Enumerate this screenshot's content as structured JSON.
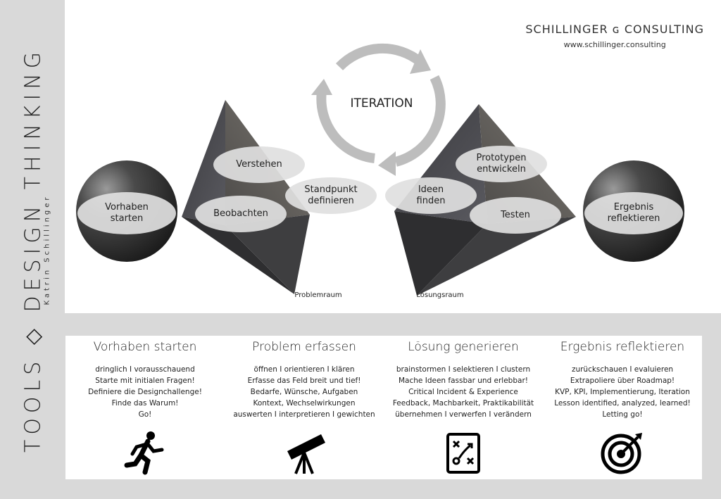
{
  "sidebar": {
    "title": "TOOLS ◇ DESIGN THINKING",
    "author": "Katrin Schillinger"
  },
  "brand": {
    "name": "SCHILLINGER ɢ CONSULTING",
    "url": "www.schillinger.consulting"
  },
  "diagram": {
    "iteration": "ITERATION",
    "start": "Vorhaben\nstarten",
    "problem": {
      "verstehen": "Verstehen",
      "beobachten": "Beobachten",
      "standpunkt": "Standpunkt\ndefinieren",
      "caption": "Problemraum"
    },
    "solution": {
      "ideen": "Ideen\nfinden",
      "prototypen": "Prototypen\nentwickeln",
      "testen": "Testen",
      "caption": "Lösungsraum"
    },
    "end": "Ergebnis\nreflektieren"
  },
  "columns": [
    {
      "title": "Vorhaben starten",
      "lines": [
        "dringlich I vorausschauend",
        "Starte mit initialen Fragen!",
        "Definiere die Designchallenge!",
        "Finde das Warum!",
        "Go!"
      ],
      "icon": "running-person-icon"
    },
    {
      "title": "Problem erfassen",
      "lines": [
        "öffnen I orientieren I klären",
        "Erfasse das Feld breit und tief!",
        "Bedarfe, Wünsche, Aufgaben",
        "Kontext, Wechselwirkungen",
        "auswerten  I interpretieren I gewichten"
      ],
      "icon": "telescope-icon"
    },
    {
      "title": "Lösung generieren",
      "lines": [
        "brainstormen I selektieren  I clustern",
        "Mache Ideen fassbar  und erlebbar!",
        "Critical Incident & Experience",
        "Feedback, Machbarkeit, Praktikabilität",
        "übernehmen I verwerfen I verändern"
      ],
      "icon": "strategy-board-icon"
    },
    {
      "title": "Ergebnis reflektieren",
      "lines": [
        "zurückschauen I evaluieren",
        "Extrapoliere über Roadmap!",
        "KVP, KPI, Implementierung, Iteration",
        "Lesson identified, analyzed, learned!",
        "Letting go!"
      ],
      "icon": "target-icon"
    }
  ]
}
